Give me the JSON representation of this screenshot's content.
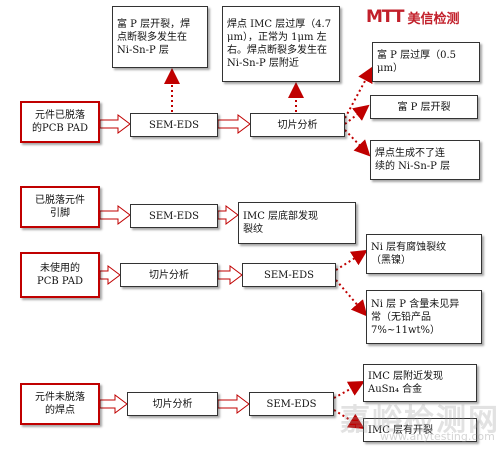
{
  "logo": {
    "mark": "MTT",
    "text": "美信检测"
  },
  "watermark": {
    "main": "嘉峪检测网",
    "url": "www.anytesting.com"
  },
  "row1": {
    "start": "元件已脱落\n的PCB PAD",
    "sem": "SEM-EDS",
    "slice": "切片分析",
    "sem_note": "富 P 层开裂，焊\n点断裂多发生在\nNi-Sn-P 层",
    "slice_note": "焊点 IMC 层过厚（4.7\nμm），正常为 1μm 左\n右。焊点断裂多发生在\nNi-Sn-P 层附近",
    "results": [
      "富 P 层过厚（0.5\nμm）",
      "富 P 层开裂",
      "焊点生成不了连\n续的 Ni-Sn-P 层"
    ]
  },
  "row2": {
    "start": "已脱落元件\n引脚",
    "sem": "SEM-EDS",
    "result": "IMC 层底部发现\n裂纹"
  },
  "row3": {
    "start": "未使用的\nPCB PAD",
    "slice": "切片分析",
    "sem": "SEM-EDS",
    "results": [
      "Ni 层有腐蚀裂纹\n（黑镍）",
      "Ni 层 P 含量未见异\n常（无铅产品\n7%~11wt%）"
    ]
  },
  "row4": {
    "start": "元件未脱落\n的焊点",
    "slice": "切片分析",
    "sem": "SEM-EDS",
    "results": [
      "IMC 层附近发现\nAuSn₄ 合金",
      "IMC 层有开裂"
    ]
  }
}
